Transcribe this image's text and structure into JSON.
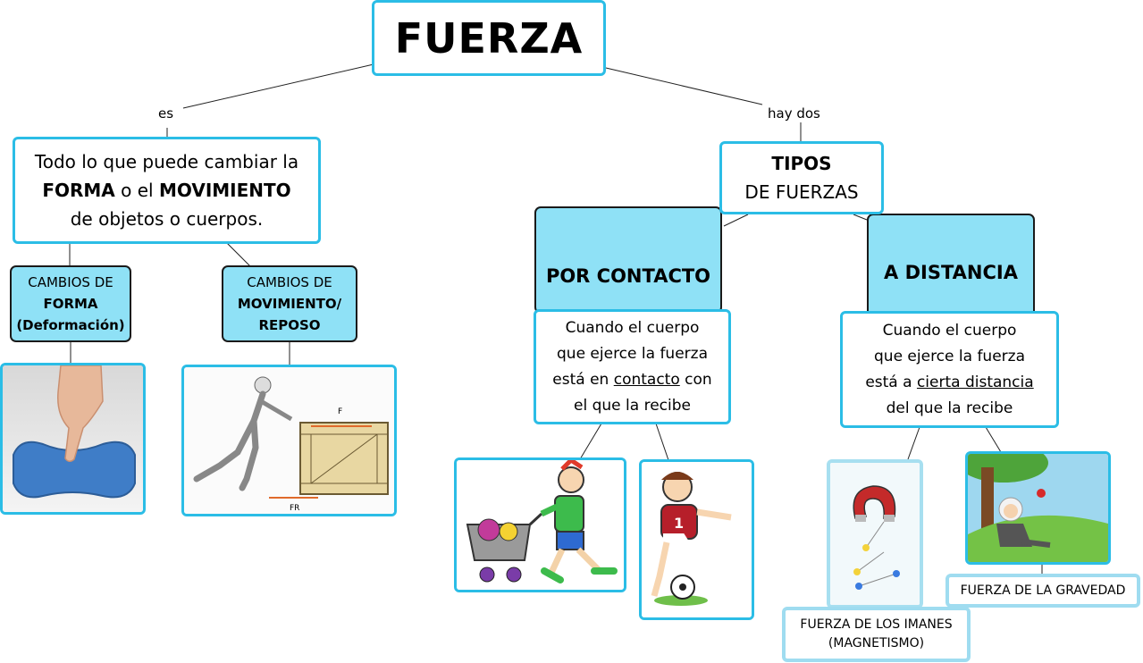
{
  "title": "FUERZA",
  "links": {
    "es": "es",
    "hay_dos": "hay dos"
  },
  "definition": {
    "line1": "Todo lo que puede cambiar la",
    "forma": "FORMA",
    "o_el": "o el",
    "movimiento": "MOVIMIENTO",
    "line3": "de objetos o cuerpos."
  },
  "cambios_forma": {
    "line1": "CAMBIOS DE",
    "line2": "FORMA",
    "line3": "(Deformación)"
  },
  "cambios_movimiento": {
    "line1": "CAMBIOS DE",
    "line2": "MOVIMIENTO/",
    "line3": "REPOSO"
  },
  "tipos": {
    "line1": "TIPOS",
    "line2": "DE FUERZAS"
  },
  "contacto": {
    "header": "POR CONTACTO",
    "line1": "Cuando el cuerpo",
    "line2": "que ejerce la fuerza",
    "line3_pre": "está en",
    "line3_u": "contacto",
    "line3_post": "con",
    "line4": "el que la recibe"
  },
  "distancia": {
    "header": "A DISTANCIA",
    "line1": "Cuando el cuerpo",
    "line2": "que ejerce la fuerza",
    "line3_pre": "está a",
    "line3_u": "cierta distancia",
    "line4": "del que la recibe"
  },
  "imanes": {
    "line1": "FUERZA DE LOS IMANES",
    "line2": "(MAGNETISMO)"
  },
  "gravedad": {
    "label": "FUERZA DE LA GRAVEDAD"
  },
  "box_label_F": "F",
  "box_label_FR": "FR",
  "colors": {
    "accent": "#2bbde6",
    "fill": "#8fe1f6",
    "border": "#1a1a1a"
  }
}
